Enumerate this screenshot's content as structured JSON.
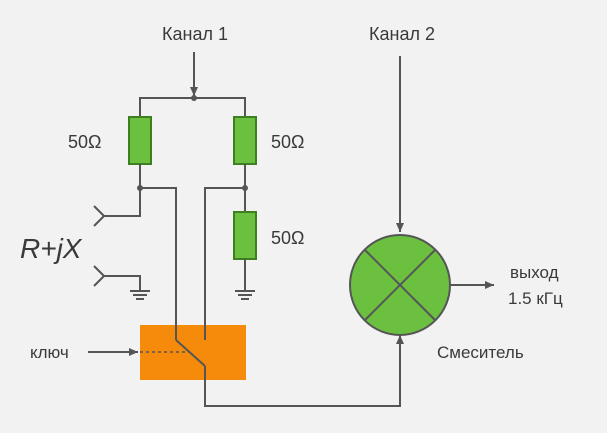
{
  "diagram": {
    "channel_1": "Канал 1",
    "channel_2": "Канал 2",
    "resistor_1": "50Ω",
    "resistor_2": "50Ω",
    "resistor_3": "50Ω",
    "impedance": "R+jX",
    "switch_label": "ключ",
    "mixer_label": "Смеситель",
    "output_line1": "выход",
    "output_line2": "1.5 кГц",
    "colors": {
      "background": "#f2f2f2",
      "wire": "#555555",
      "resistor_fill": "#6cc040",
      "resistor_stroke": "#3e7f1f",
      "switch_fill": "#f58a0b",
      "mixer_fill": "#6cc040"
    }
  }
}
